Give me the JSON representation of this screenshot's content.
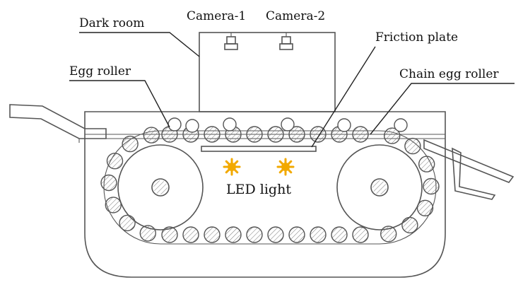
{
  "labels": {
    "dark_room": "Dark room",
    "camera_1": "Camera-1",
    "camera_2": "Camera-2",
    "friction_plate": "Friction plate",
    "egg_roller": "Egg roller",
    "chain_egg_roller": "Chain egg roller",
    "led_light": "LED light"
  },
  "colors": {
    "outline": "#555555",
    "led": "#f2a900",
    "text": "#111111"
  }
}
